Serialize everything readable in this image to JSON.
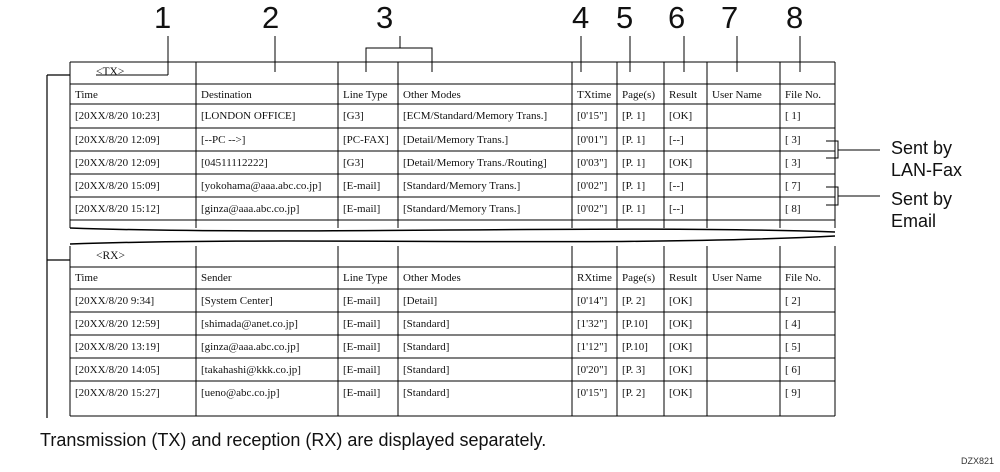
{
  "callout_numbers": [
    "1",
    "2",
    "3",
    "4",
    "5",
    "6",
    "7",
    "8"
  ],
  "tx": {
    "label": "<TX>",
    "headers": [
      "Time",
      "Destination",
      "Line Type",
      "Other Modes",
      "TXtime",
      "Page(s)",
      "Result",
      "User Name",
      "File No."
    ],
    "rows": [
      [
        "[20XX/8/20  10:23]",
        "[LONDON OFFICE]",
        "[G3]",
        "[ECM/Standard/Memory Trans.]",
        "[0'15\"]",
        "[P. 1]",
        "[OK]",
        "",
        "[       1]"
      ],
      [
        "[20XX/8/20  12:09]",
        "[--PC        -->]",
        "[PC-FAX]",
        "[Detail/Memory Trans.]",
        "[0'01\"]",
        "[P. 1]",
        "[--]",
        "",
        "[       3]"
      ],
      [
        "[20XX/8/20  12:09]",
        "[04511112222]",
        "[G3]",
        "[Detail/Memory Trans./Routing]",
        "[0'03\"]",
        "[P. 1]",
        "[OK]",
        "",
        "[       3]"
      ],
      [
        "[20XX/8/20  15:09]",
        "[yokohama@aaa.abc.co.jp]",
        "[E-mail]",
        "[Standard/Memory Trans.]",
        "[0'02\"]",
        "[P. 1]",
        "[--]",
        "",
        "[       7]"
      ],
      [
        "[20XX/8/20  15:12]",
        "[ginza@aaa.abc.co.jp]",
        "[E-mail]",
        "[Standard/Memory Trans.]",
        "[0'02\"]",
        "[P. 1]",
        "[--]",
        "",
        "[       8]"
      ]
    ]
  },
  "rx": {
    "label": "<RX>",
    "headers": [
      "Time",
      "Sender",
      "Line Type",
      "Other Modes",
      "RXtime",
      "Page(s)",
      "Result",
      "User Name",
      "File No."
    ],
    "rows": [
      [
        "[20XX/8/20   9:34]",
        "[System Center]",
        "[E-mail]",
        "[Detail]",
        "[0'14\"]",
        "[P. 2]",
        "[OK]",
        "",
        "[       2]"
      ],
      [
        "[20XX/8/20  12:59]",
        "[shimada@anet.co.jp]",
        "[E-mail]",
        "[Standard]",
        "[1'32\"]",
        "[P.10]",
        "[OK]",
        "",
        "[       4]"
      ],
      [
        "[20XX/8/20  13:19]",
        "[ginza@aaa.abc.co.jp]",
        "[E-mail]",
        "[Standard]",
        "[1'12\"]",
        "[P.10]",
        "[OK]",
        "",
        "[       5]"
      ],
      [
        "[20XX/8/20  14:05]",
        "[takahashi@kkk.co.jp]",
        "[E-mail]",
        "[Standard]",
        "[0'20\"]",
        "[P. 3]",
        "[OK]",
        "",
        "[       6]"
      ],
      [
        "[20XX/8/20  15:27]",
        "[ueno@abc.co.jp]",
        "[E-mail]",
        "[Standard]",
        "[0'15\"]",
        "[P. 2]",
        "[OK]",
        "",
        "[       9]"
      ]
    ]
  },
  "callouts": {
    "lan_fax": "Sent by\nLAN-Fax",
    "email": "Sent by\nEmail"
  },
  "caption": "Transmission (TX) and reception (RX) are displayed separately.",
  "figure_code": "DZX821"
}
